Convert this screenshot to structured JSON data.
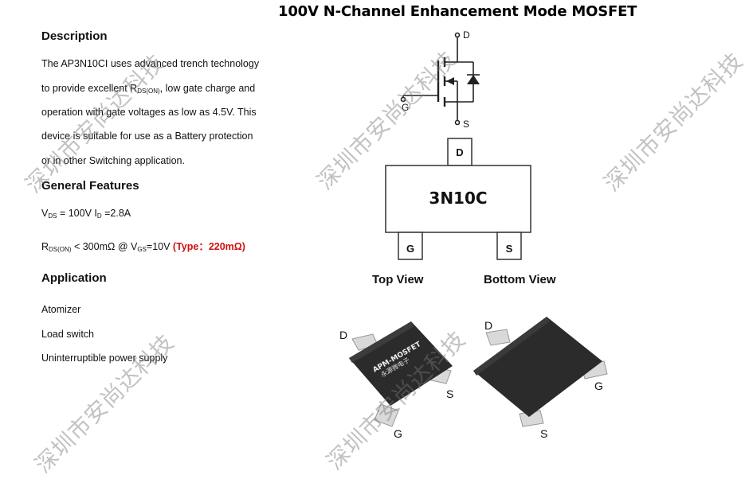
{
  "title": "100V N-Channel Enhancement Mode MOSFET",
  "description": {
    "heading": "Description",
    "line1": "The AP3N10CI uses advanced trench technology",
    "line2_pre": "to provide excellent R",
    "line2_sub": "DS(ON)",
    "line2_post": ", low gate charge and",
    "line3": "operation with gate voltages as low as 4.5V. This",
    "line4": "device is suitable for use as a Battery protection",
    "line5": "or in other Switching application."
  },
  "features": {
    "heading": "General Features",
    "f1": {
      "v": "V",
      "v_sub": "DS",
      "v_val": " = 100V  I",
      "i_sub": "D",
      "i_val": " =2.8A"
    },
    "f2": {
      "r": "R",
      "r_sub": "DS(ON)",
      "r_val": " < 300mΩ @ V",
      "g_sub": "GS",
      "g_val": "=10V  ",
      "typ": "(Type：220mΩ)"
    }
  },
  "application": {
    "heading": "Application",
    "items": [
      "Atomizer",
      "Load switch",
      "Uninterruptible power supply"
    ]
  },
  "schematic": {
    "d": "D",
    "g": "G",
    "s": "S"
  },
  "package": {
    "marking": "3N10C",
    "d": "D",
    "g": "G",
    "s": "S"
  },
  "views": {
    "top": "Top View",
    "bottom": "Bottom View"
  },
  "photo": {
    "chip_text1": "APM-MOSFET",
    "chip_text2": "永源微电子",
    "left": {
      "d": "D",
      "s": "S",
      "g": "G"
    },
    "right": {
      "d": "D",
      "g": "G",
      "s": "S"
    }
  },
  "watermark": "深圳市安尚达科技",
  "colors": {
    "accent_red": "#d01010",
    "chip": "#2b2b2b"
  }
}
